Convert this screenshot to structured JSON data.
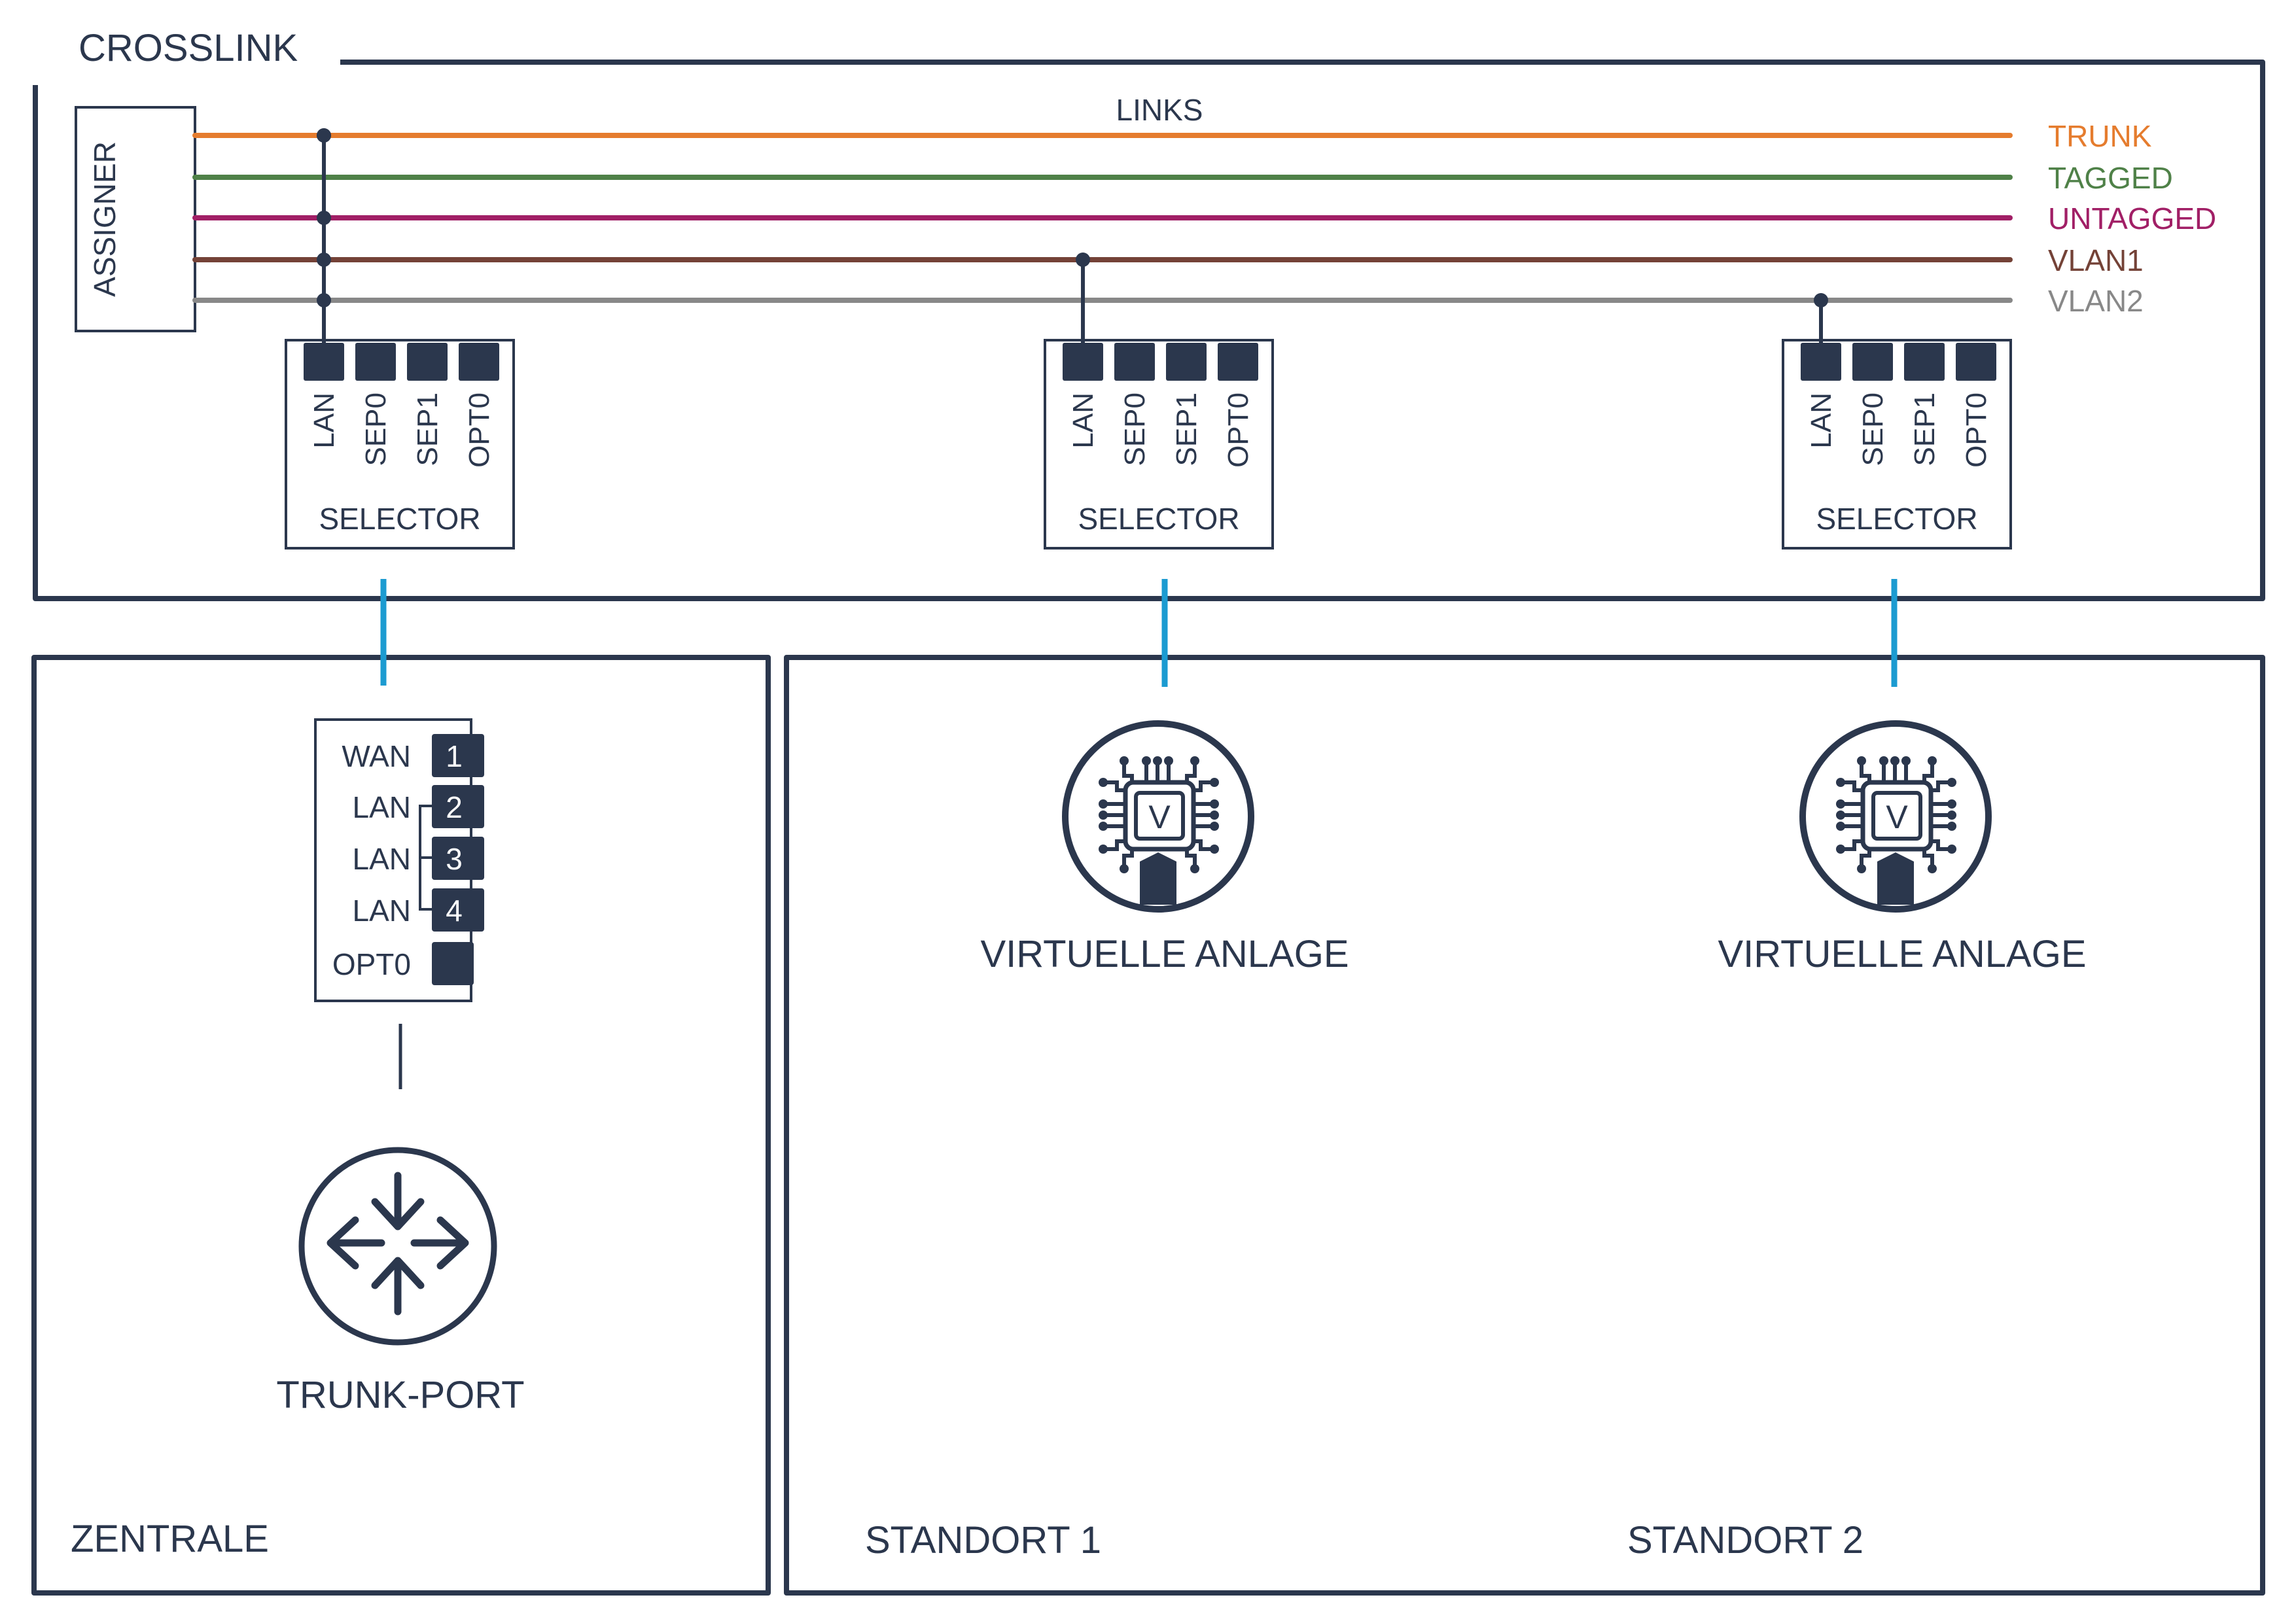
{
  "crosslink": {
    "title": "CROSSLINK",
    "assigner_label": "ASSIGNER",
    "links_label": "LINKS",
    "links": [
      {
        "name": "TRUNK",
        "color": "#e57c2e"
      },
      {
        "name": "TAGGED",
        "color": "#4f8148"
      },
      {
        "name": "UNTAGGED",
        "color": "#a11f66"
      },
      {
        "name": "VLAN1",
        "color": "#744237"
      },
      {
        "name": "VLAN2",
        "color": "#888888"
      }
    ],
    "assigner_taps": [
      "TRUNK",
      "UNTAGGED",
      "VLAN1",
      "VLAN2"
    ],
    "selectors": [
      {
        "label": "SELECTOR",
        "ports": [
          "LAN",
          "SEP0",
          "SEP1",
          "OPT0"
        ],
        "connected_link": "TRUNK"
      },
      {
        "label": "SELECTOR",
        "ports": [
          "LAN",
          "SEP0",
          "SEP1",
          "OPT0"
        ],
        "connected_link": "VLAN1"
      },
      {
        "label": "SELECTOR",
        "ports": [
          "LAN",
          "SEP0",
          "SEP1",
          "OPT0"
        ],
        "connected_link": "VLAN2"
      }
    ]
  },
  "connector_color": "#1c9bd1",
  "zentrale": {
    "label": "ZENTRALE",
    "switch_ports": [
      {
        "label": "WAN",
        "number": "1"
      },
      {
        "label": "LAN",
        "number": "2"
      },
      {
        "label": "LAN",
        "number": "3"
      },
      {
        "label": "LAN",
        "number": "4"
      },
      {
        "label": "OPT0",
        "number": ""
      }
    ],
    "device_label": "TRUNK-PORT",
    "device_icon": "router-arrows-icon"
  },
  "standorte": [
    {
      "label": "STANDORT 1",
      "device_label": "VIRTUELLE ANLAGE",
      "chip_letter": "V",
      "device_icon": "virtual-chip-icon"
    },
    {
      "label": "STANDORT 2",
      "device_label": "VIRTUELLE ANLAGE",
      "chip_letter": "V",
      "device_icon": "virtual-chip-icon"
    }
  ]
}
